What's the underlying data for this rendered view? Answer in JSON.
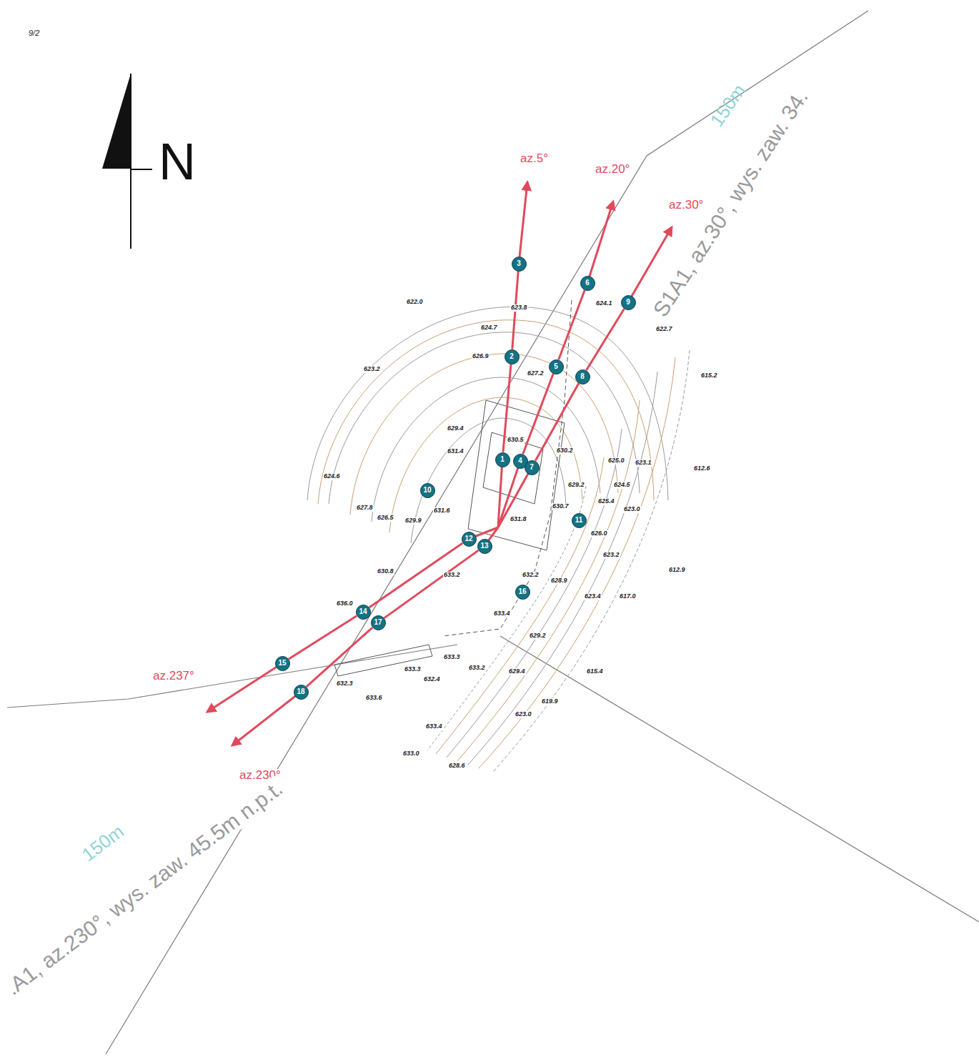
{
  "diagram": {
    "nodes": [
      {
        "text": [
          "1"
        ]
      },
      {
        "text": [
          "2"
        ]
      },
      {
        "text": [
          "3"
        ]
      },
      {
        "text": [
          "4"
        ]
      },
      {
        "text": [
          "5"
        ]
      },
      {
        "text": [
          "6"
        ]
      },
      {
        "text": [
          "7"
        ]
      },
      {
        "text": [
          "8"
        ]
      },
      {
        "text": [
          "9"
        ]
      },
      {
        "text": [
          "10"
        ]
      },
      {
        "text": [
          "11"
        ]
      },
      {
        "text": [
          "12"
        ]
      },
      {
        "text": [
          "13"
        ]
      },
      {
        "text": [
          "14"
        ]
      },
      {
        "text": [
          "15"
        ]
      },
      {
        "text": [
          "16"
        ]
      },
      {
        "text": [
          "17"
        ]
      },
      {
        "text": [
          "18"
        ]
      }
    ],
    "edges": [
      {
        "from": 0,
        "to": 1,
        "arrow": "none"
      },
      {
        "from": 1,
        "to": 2,
        "arrow": "none"
      },
      {
        "from": 3,
        "to": 4,
        "arrow": "none"
      },
      {
        "from": 4,
        "to": 5,
        "arrow": "none"
      },
      {
        "from": 6,
        "to": 7,
        "arrow": "none"
      },
      {
        "from": 7,
        "to": 8,
        "arrow": "none"
      },
      {
        "from": 11,
        "to": 13,
        "arrow": "none"
      },
      {
        "from": 13,
        "to": 14,
        "arrow": "none"
      },
      {
        "from": 12,
        "to": 16,
        "arrow": "none"
      },
      {
        "from": 16,
        "to": 17,
        "arrow": "none"
      }
    ],
    "labels": [
      "9/2",
      "N",
      "az.5°",
      "az.20°",
      "az.30°",
      "az.237°",
      "az.230°",
      "S1A1, az.30°, wys. zaw. 34.",
      ".A1, az.230°, wys. zaw. 45.5m n.p.t.",
      "150m",
      "150m",
      "622.0",
      "623.8",
      "624.7",
      "626.9",
      "627.2",
      "623.2",
      "629.4",
      "631.4",
      "630.5",
      "630.2",
      "624.6",
      "627.8",
      "626.5",
      "629.9",
      "631.6",
      "631.8",
      "630.7",
      "629.2",
      "624.1",
      "622.7",
      "615.2",
      "612.6",
      "625.0",
      "623.1",
      "624.5",
      "625.4",
      "623.0",
      "626.0",
      "623.2",
      "612.9",
      "617.0",
      "623.4",
      "628.9",
      "632.2",
      "633.4",
      "633.2",
      "630.8",
      "636.0",
      "633.3",
      "633.3",
      "632.4",
      "633.2",
      "629.4",
      "615.4",
      "619.9",
      "623.0",
      "633.6",
      "633.4",
      "633.0",
      "628.6",
      "629.2",
      "632.3"
    ]
  }
}
